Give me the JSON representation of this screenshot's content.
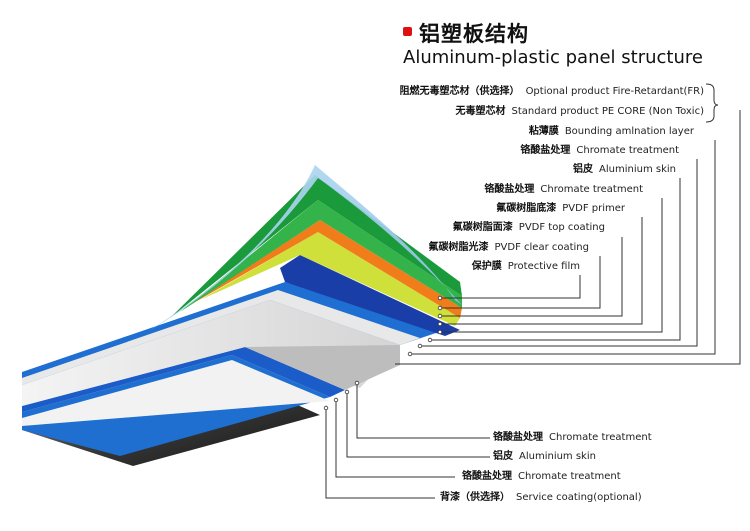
{
  "title": {
    "cn": "铝塑板结构",
    "en": "Aluminum-plastic panel structure"
  },
  "top_labels": [
    {
      "cn": "阻燃无毒塑芯材（供选择）",
      "en": "Optional product Fire-Retardant(FR)"
    },
    {
      "cn": "无毒塑芯材",
      "en": "Standard product PE CORE (Non Toxic)"
    },
    {
      "cn": "粘薄膜",
      "en": "Bounding amlnation layer"
    },
    {
      "cn": "铬酸盐处理",
      "en": "Chromate treatment"
    },
    {
      "cn": "铝皮",
      "en": "Aluminium skin"
    },
    {
      "cn": "铬酸盐处理",
      "en": "Chromate treatment"
    },
    {
      "cn": "氟碳树脂底漆",
      "en": "PVDF primer"
    },
    {
      "cn": "氟碳树脂面漆",
      "en": "PVDF top coating"
    },
    {
      "cn": "氟碳树脂光漆",
      "en": "PVDF clear coating"
    },
    {
      "cn": "保护膜",
      "en": "Protective film"
    }
  ],
  "bottom_labels": [
    {
      "cn": "铬酸盐处理",
      "en": "Chromate treatment"
    },
    {
      "cn": "铝皮",
      "en": "Aluminium skin"
    },
    {
      "cn": "铬酸盐处理",
      "en": "Chromate treatment"
    },
    {
      "cn": "背漆（供选择）",
      "en": "Service coating(optional)"
    }
  ],
  "colors": {
    "protective_film": "#9fcbea",
    "clear_coating": "#1a9a3a",
    "top_coating": "#34b34a",
    "primer": "#f07c1a",
    "yellow_layer": "#cfe03a",
    "aluminium": "#1a47b8",
    "core_light": "#e6e6e6",
    "core_dark": "#303030",
    "accent_red": "#e01010"
  }
}
